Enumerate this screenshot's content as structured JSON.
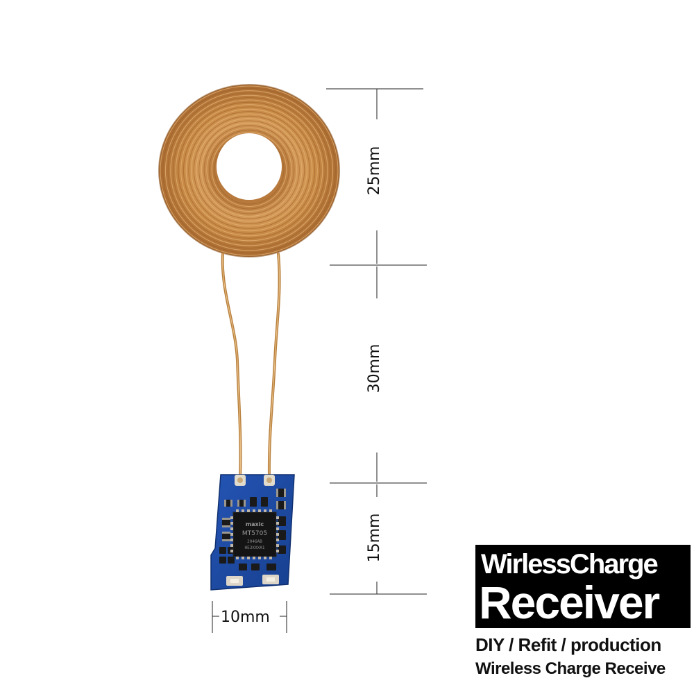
{
  "photo": {
    "subject": "wireless charge receiver coil and PCB module",
    "chip_marking": {
      "brand": "maxic",
      "part": "MT5705",
      "line2": "2046AB",
      "line3": "HE3XXXA1"
    },
    "colors": {
      "copper": "#c88a45",
      "copper_dark": "#9a5e28",
      "copper_light": "#e6b57a",
      "pcb": "#1c4aa8",
      "pcb_dark": "#12357e",
      "chip": "#1a1a1a",
      "pad": "#d9d2c4"
    }
  },
  "dimensions": {
    "coil_diameter": "25mm",
    "lead_length": "30mm",
    "board_height": "15mm",
    "board_width": "10mm"
  },
  "branding": {
    "title_line1": "WirlessCharge",
    "title_line2": "Receiver",
    "tagline1": "DIY / Refit / production",
    "tagline2": "Wireless Charge Receive"
  }
}
